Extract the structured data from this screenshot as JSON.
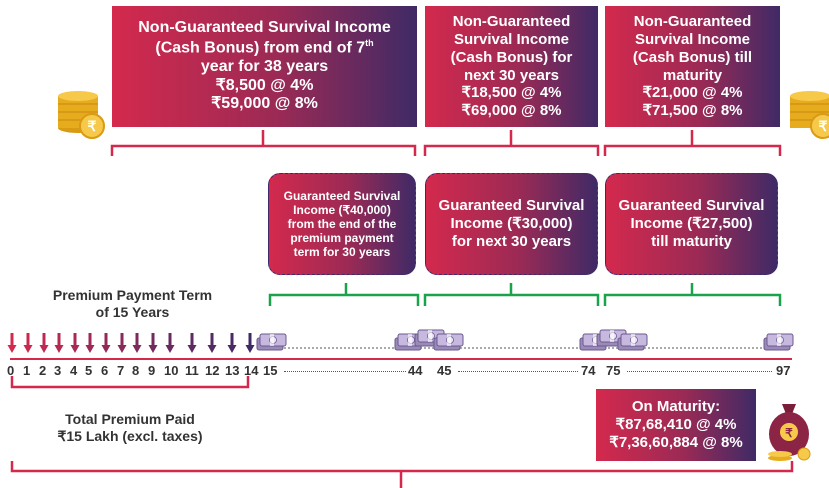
{
  "top_boxes": [
    {
      "lines": [
        "Non-Guaranteed Survival Income",
        "(Cash Bonus) from end of 7",
        "year for 38 years",
        "₹8,500 @ 4%",
        "₹59,000 @ 8%"
      ],
      "sup": "th"
    },
    {
      "lines": [
        "Non-Guaranteed",
        "Survival Income",
        "(Cash Bonus) for",
        "next 30 years",
        "₹18,500 @ 4%",
        "₹69,000 @ 8%"
      ]
    },
    {
      "lines": [
        "Non-Guaranteed",
        "Survival Income",
        "(Cash Bonus) till",
        "maturity",
        "₹21,000 @ 4%",
        "₹71,500 @ 8%"
      ]
    }
  ],
  "guaranteed_boxes": [
    {
      "lines": [
        "Guaranteed Survival",
        "Income (₹40,000)",
        "from the end of the",
        "premium payment",
        "term for 30 years"
      ]
    },
    {
      "lines": [
        "Guaranteed Survival",
        "Income (₹30,000)",
        "for next 30 years"
      ]
    },
    {
      "lines": [
        "Guaranteed Survival",
        "Income (₹27,500)",
        "till maturity"
      ]
    }
  ],
  "premium_term": {
    "line1": "Premium Payment Term",
    "line2": "of 15 Years"
  },
  "timeline": {
    "years_premium": [
      "0",
      "1",
      "2",
      "3",
      "4",
      "5",
      "6",
      "7",
      "8",
      "9",
      "10",
      "11",
      "12",
      "13",
      "14"
    ],
    "labels": [
      "15",
      "44",
      "45",
      "74",
      "75",
      "97"
    ]
  },
  "total_premium": {
    "line1": "Total Premium Paid",
    "line2": "₹15 Lakh (excl. taxes)"
  },
  "maturity": {
    "title": "On Maturity:",
    "line1": "₹87,68,410 @ 4%",
    "line2": "₹7,36,60,884 @ 8%"
  },
  "icons": {
    "coins": "rupee-coins-icon",
    "money_bag": "money-bag-icon",
    "cash": "cash-bundle-icon"
  },
  "colors": {
    "red": "#d4294d",
    "purple": "#3f2a66",
    "green": "#1aa34a"
  }
}
